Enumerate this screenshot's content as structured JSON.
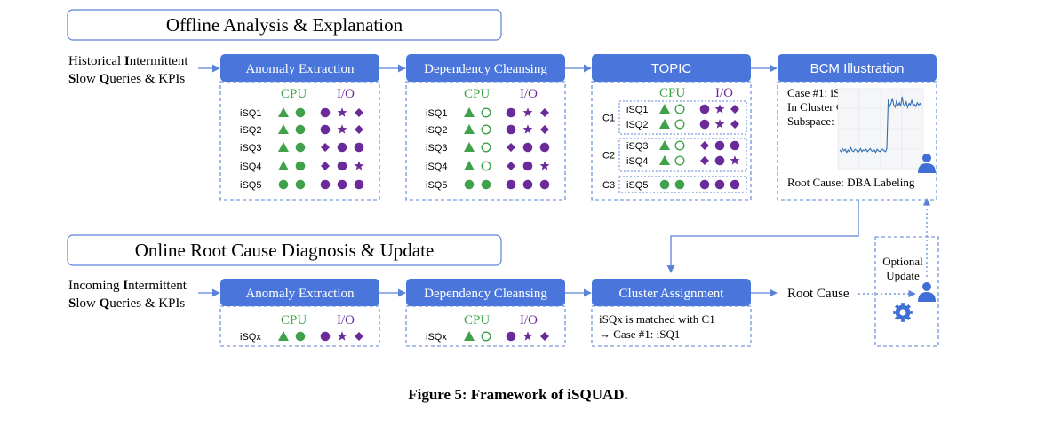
{
  "offline": {
    "section_title": "Offline Analysis & Explanation",
    "input_lines": [
      [
        {
          "t": "Historical "
        },
        {
          "t": "I",
          "b": true
        },
        {
          "t": "ntermittent"
        }
      ],
      [
        {
          "t": "S",
          "b": true
        },
        {
          "t": "low "
        },
        {
          "t": "Q",
          "b": true
        },
        {
          "t": "ueries & KPIs"
        }
      ]
    ],
    "stages": [
      {
        "label": "Anomaly Extraction"
      },
      {
        "label": "Dependency Cleansing"
      },
      {
        "label": "TOPIC"
      },
      {
        "label": "BCM Illustration"
      }
    ],
    "cpu_label": "CPU",
    "io_label": "I/O",
    "queries": [
      "iSQ1",
      "iSQ2",
      "iSQ3",
      "iSQ4",
      "iSQ5"
    ],
    "anomaly_rows": [
      [
        "triangle",
        "circle",
        "circle",
        "star",
        "diamond"
      ],
      [
        "triangle",
        "circle",
        "circle",
        "star",
        "diamond"
      ],
      [
        "triangle",
        "circle",
        "diamond",
        "circle",
        "circle"
      ],
      [
        "triangle",
        "circle",
        "diamond",
        "circle",
        "star"
      ],
      [
        "circle",
        "circle",
        "circle",
        "circle",
        "circle"
      ]
    ],
    "cleansed_rows": [
      [
        "triangle",
        "circle-open",
        "circle",
        "star",
        "diamond"
      ],
      [
        "triangle",
        "circle-open",
        "circle",
        "star",
        "diamond"
      ],
      [
        "triangle",
        "circle-open",
        "diamond",
        "circle",
        "circle"
      ],
      [
        "triangle",
        "circle-open",
        "diamond",
        "circle",
        "star"
      ],
      [
        "circle",
        "circle",
        "circle",
        "circle",
        "circle"
      ]
    ],
    "clusters": [
      {
        "label": "C1",
        "rows": [
          0,
          1
        ]
      },
      {
        "label": "C2",
        "rows": [
          2,
          3
        ]
      },
      {
        "label": "C3",
        "rows": [
          4
        ]
      }
    ],
    "bcm": {
      "case": "Case #1: iSQ1",
      "cluster": "In Cluster C1: iSQ1, iSQ2",
      "subspace": "Subspace:",
      "root_cause": "Root Cause: DBA Labeling",
      "series": [
        0.22,
        0.2,
        0.24,
        0.21,
        0.23,
        0.19,
        0.22,
        0.2,
        0.25,
        0.21,
        0.2,
        0.23,
        0.22,
        0.19,
        0.21,
        0.24,
        0.2,
        0.22,
        0.21,
        0.23,
        0.2,
        0.22,
        0.24,
        0.21,
        0.2,
        0.22,
        0.19,
        0.23,
        0.21,
        0.2,
        0.22,
        0.23,
        0.21,
        0.2,
        0.24,
        0.88,
        0.79,
        0.83,
        0.9,
        0.81,
        0.78,
        0.86,
        0.8,
        0.84,
        0.79,
        0.92,
        0.82,
        0.8,
        0.85,
        0.78,
        0.83,
        0.81,
        0.87,
        0.8,
        0.82,
        0.79,
        0.84,
        0.81,
        0.83,
        0.8
      ]
    }
  },
  "online": {
    "section_title": "Online Root Cause Diagnosis & Update",
    "input_lines": [
      [
        {
          "t": "Incoming "
        },
        {
          "t": "I",
          "b": true
        },
        {
          "t": "ntermittent"
        }
      ],
      [
        {
          "t": "S",
          "b": true
        },
        {
          "t": "low "
        },
        {
          "t": "Q",
          "b": true
        },
        {
          "t": "ueries & KPIs"
        }
      ]
    ],
    "stages": [
      {
        "label": "Anomaly Extraction"
      },
      {
        "label": "Dependency Cleansing"
      },
      {
        "label": "Cluster Assignment"
      }
    ],
    "cpu_label": "CPU",
    "io_label": "I/O",
    "query": "iSQx",
    "anomaly_row": [
      "triangle",
      "circle",
      "circle",
      "star",
      "diamond"
    ],
    "cleansed_row": [
      "triangle",
      "circle-open",
      "circle",
      "star",
      "diamond"
    ],
    "assignment_lines": [
      "iSQx is matched with C1",
      "→ Case #1: iSQ1"
    ],
    "root_cause_label": "Root Cause",
    "optional_update": [
      "Optional",
      "Update"
    ]
  },
  "caption": "Figure 5: Framework of iSQUAD.",
  "colors": {
    "stage_fill": "#4a76dc",
    "border": "#5b82d6",
    "cpu": "#3fa24a",
    "io": "#6b2a9a",
    "text": "#000000",
    "series_line": "#2f6fb0",
    "icon": "#3f6ed4"
  }
}
